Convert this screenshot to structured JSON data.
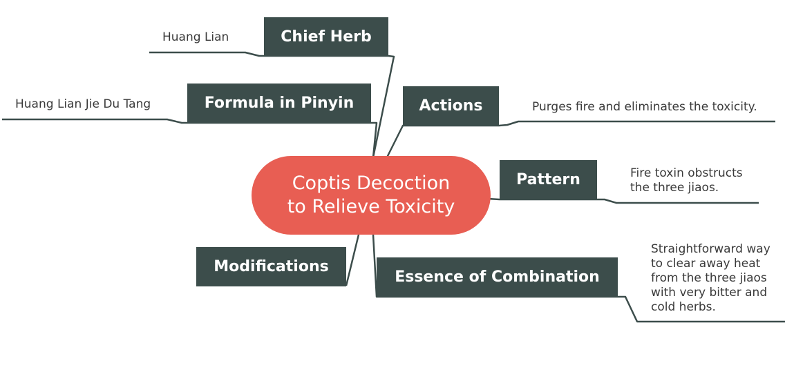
{
  "colors": {
    "center": "#e85e53",
    "node": "#3c4d4b",
    "line": "#3c4d4b",
    "leaf_text": "#3a3a3a"
  },
  "center": {
    "label": "Coptis Decoction\nto Relieve Toxicity"
  },
  "branches": {
    "chief_herb": {
      "label": "Chief Herb",
      "detail": "Huang Lian"
    },
    "formula_pinyin": {
      "label": "Formula in Pinyin",
      "detail": "Huang Lian Jie Du Tang"
    },
    "actions": {
      "label": "Actions",
      "detail": "Purges fire and eliminates the toxicity."
    },
    "pattern": {
      "label": "Pattern",
      "detail": "Fire toxin obstructs\nthe three jiaos."
    },
    "modifications": {
      "label": "Modifications"
    },
    "essence": {
      "label": "Essence of Combination",
      "detail": "Straightforward way\nto clear away heat\nfrom the three jiaos\nwith very bitter and\ncold herbs."
    }
  }
}
